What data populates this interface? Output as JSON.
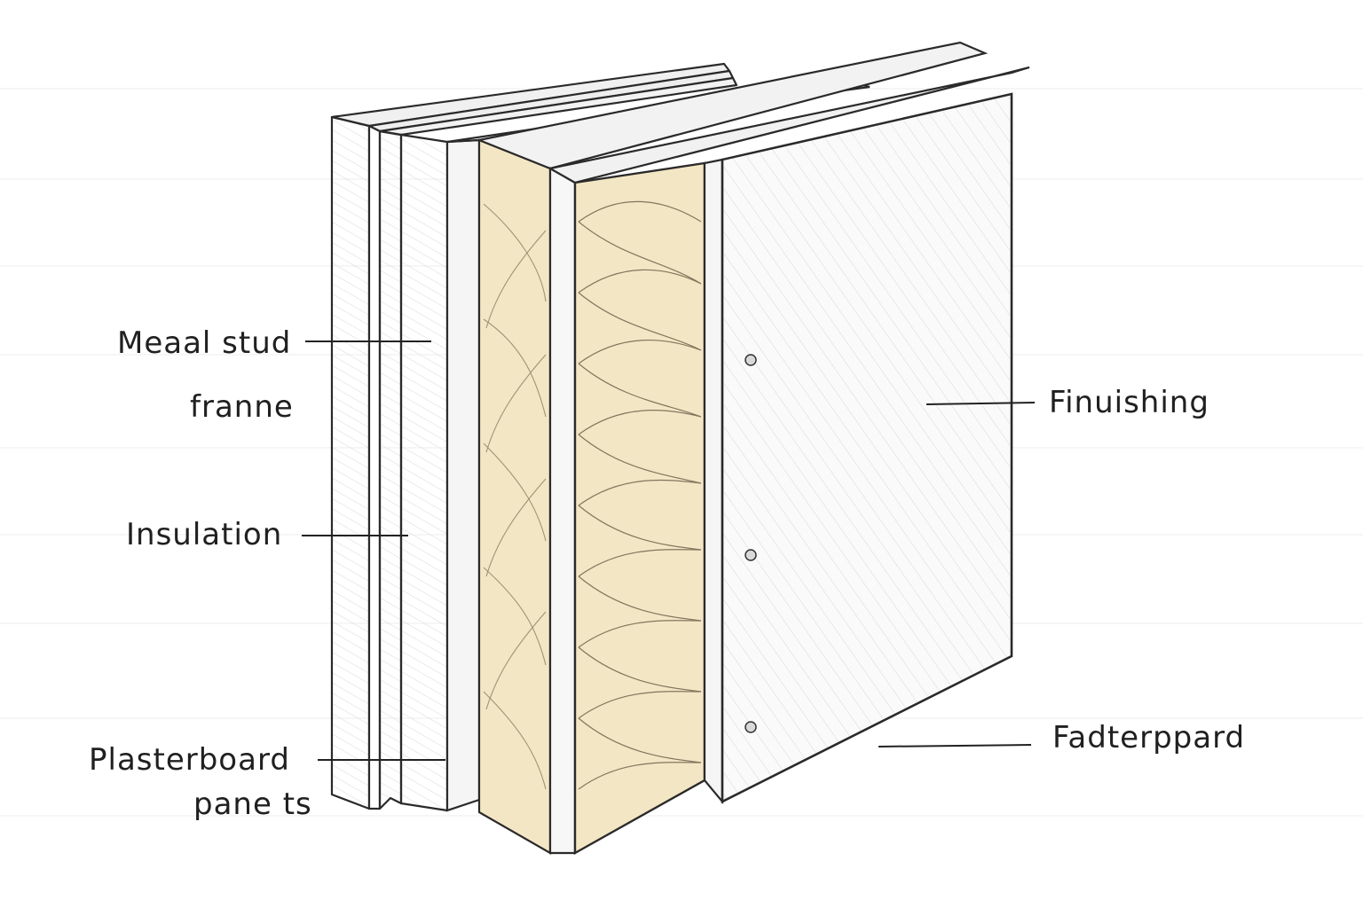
{
  "labels": {
    "metal_stud_line1": "Meaal stud",
    "metal_stud_line2": "franne",
    "insulation": "Insulation",
    "plasterboard_line1": "Plasterboard",
    "plasterboard_line2": "pane ts",
    "finishing": "Finuishing",
    "outer_board": "Fadterppard"
  },
  "colors": {
    "insulation_fill": "#f3e6c4",
    "board_fill": "#f7f7f7",
    "ink": "#2a2a2a",
    "background_rules": "#ececec"
  }
}
